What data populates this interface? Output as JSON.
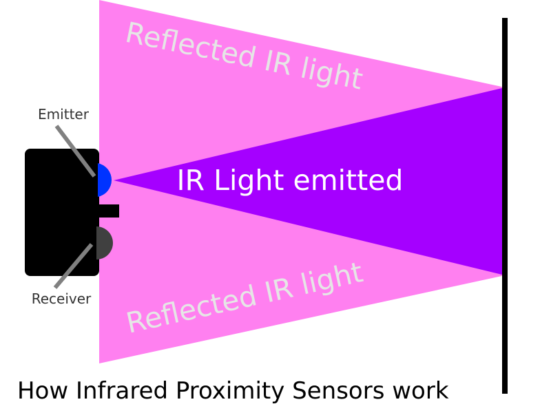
{
  "diagram": {
    "title": "How Infrared Proximity Sensors work",
    "emitter_label": "Emitter",
    "receiver_label": "Receiver",
    "emitted_label": "IR Light emitted",
    "reflected_top_label": "Reflected IR light",
    "reflected_bottom_label": "Reflected IR light"
  },
  "colors": {
    "reflected_beam": "#ff80f0",
    "emitted_beam": "#a500ff",
    "emitter_led": "#0033ff",
    "receiver_sensor": "#404040",
    "sensor_body": "#000000",
    "pointer_line": "#808080",
    "reflected_text": "#e6e6e6",
    "emitted_text": "#ffffff",
    "wall": "#000000",
    "caption_text": "#000000",
    "small_label_text": "#333333"
  }
}
